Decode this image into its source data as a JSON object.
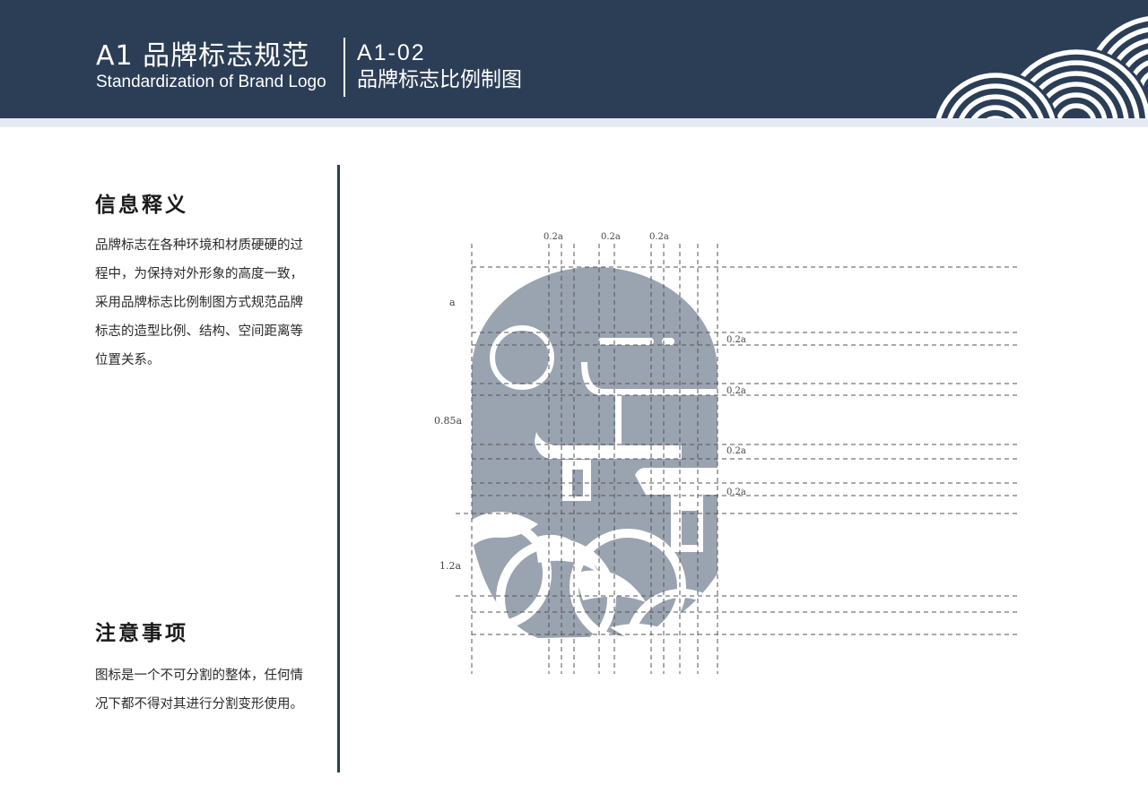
{
  "header": {
    "title": "A1 品牌标志规范",
    "subtitle_en": "Standardization of Brand Logo",
    "code": "A1-02",
    "subtitle": "品牌标志比例制图",
    "background_color": "#2c3e56"
  },
  "sections": {
    "info": {
      "title": "信息释义",
      "body": "品牌标志在各种环境和材质硬硬的过程中，为保持对外形象的高度一致，采用品牌标志比例制图方式规范品牌标志的造型比例、结构、空间距离等位置关系。"
    },
    "notes": {
      "title": "注意事项",
      "body": "图标是一个不可分割的整体，任何情况下都不得对其进行分割变形使用。"
    }
  },
  "diagram": {
    "logo_color": "#9aa3b0",
    "top_labels": [
      "0.2a",
      "0.2a",
      "0.2a"
    ],
    "left_labels": [
      "a",
      "0.85a",
      "1.2a"
    ],
    "right_labels": [
      "0.2a",
      "0.2a",
      "0.2a",
      "0.2a"
    ]
  }
}
